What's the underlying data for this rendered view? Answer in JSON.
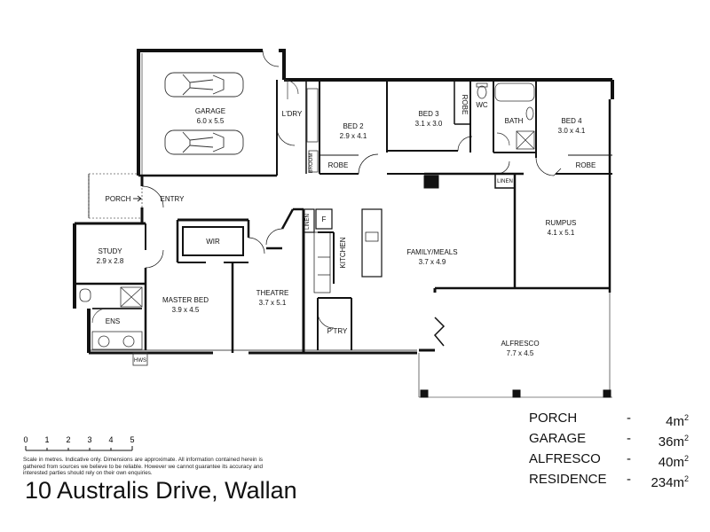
{
  "rooms": {
    "garage": {
      "name": "GARAGE",
      "dims": "6.0 x 5.5"
    },
    "laundry": {
      "name": "L'DRY"
    },
    "bed2": {
      "name": "BED 2",
      "dims": "2.9 x 4.1"
    },
    "bed3": {
      "name": "BED 3",
      "dims": "3.1 x 3.0"
    },
    "bed4": {
      "name": "BED 4",
      "dims": "3.0 x 4.1"
    },
    "bath": {
      "name": "BATH"
    },
    "wc": {
      "name": "WC"
    },
    "robe_bed3": {
      "name": "ROBE"
    },
    "robe_bed2": {
      "name": "ROBE"
    },
    "robe_bed4": {
      "name": "ROBE"
    },
    "broom": {
      "name": "BROOM"
    },
    "linen_hall": {
      "name": "LINEN"
    },
    "linen_kitchen": {
      "name": "LINEN"
    },
    "fridge": {
      "name": "F"
    },
    "porch": {
      "name": "PORCH"
    },
    "entry": {
      "name": "ENTRY"
    },
    "study": {
      "name": "STUDY",
      "dims": "2.9 x 2.8"
    },
    "wir": {
      "name": "WIR"
    },
    "master": {
      "name": "MASTER BED",
      "dims": "3.9 x 4.5"
    },
    "ens": {
      "name": "ENS"
    },
    "hws": {
      "name": "HWS"
    },
    "theatre": {
      "name": "THEATRE",
      "dims": "3.7 x 5.1"
    },
    "kitchen": {
      "name": "KITCHEN"
    },
    "pantry": {
      "name": "P'TRY"
    },
    "family": {
      "name": "FAMILY/MEALS",
      "dims": "3.7 x 4.9"
    },
    "rumpus": {
      "name": "RUMPUS",
      "dims": "4.1 x 5.1"
    },
    "alfresco": {
      "name": "ALFRESCO",
      "dims": "7.7 x 4.5"
    }
  },
  "areas": [
    {
      "label": "PORCH",
      "dash": "-",
      "value": "4m",
      "unit_sup": "2"
    },
    {
      "label": "GARAGE",
      "dash": "-",
      "value": "36m",
      "unit_sup": "2"
    },
    {
      "label": "ALFRESCO",
      "dash": "-",
      "value": "40m",
      "unit_sup": "2"
    },
    {
      "label": "RESIDENCE",
      "dash": "-",
      "value": "234m",
      "unit_sup": "2"
    }
  ],
  "scale": {
    "ticks": [
      "0",
      "1",
      "2",
      "3",
      "4",
      "5"
    ]
  },
  "disclaimer": "Scale in metres. Indicative only. Dimensions are approximate. All information contained herein is gathered from sources we believe to be reliable. However we cannot guarantee its accuracy and interested parties should rely on their own enquiries.",
  "address": "10 Australis Drive, Wallan"
}
